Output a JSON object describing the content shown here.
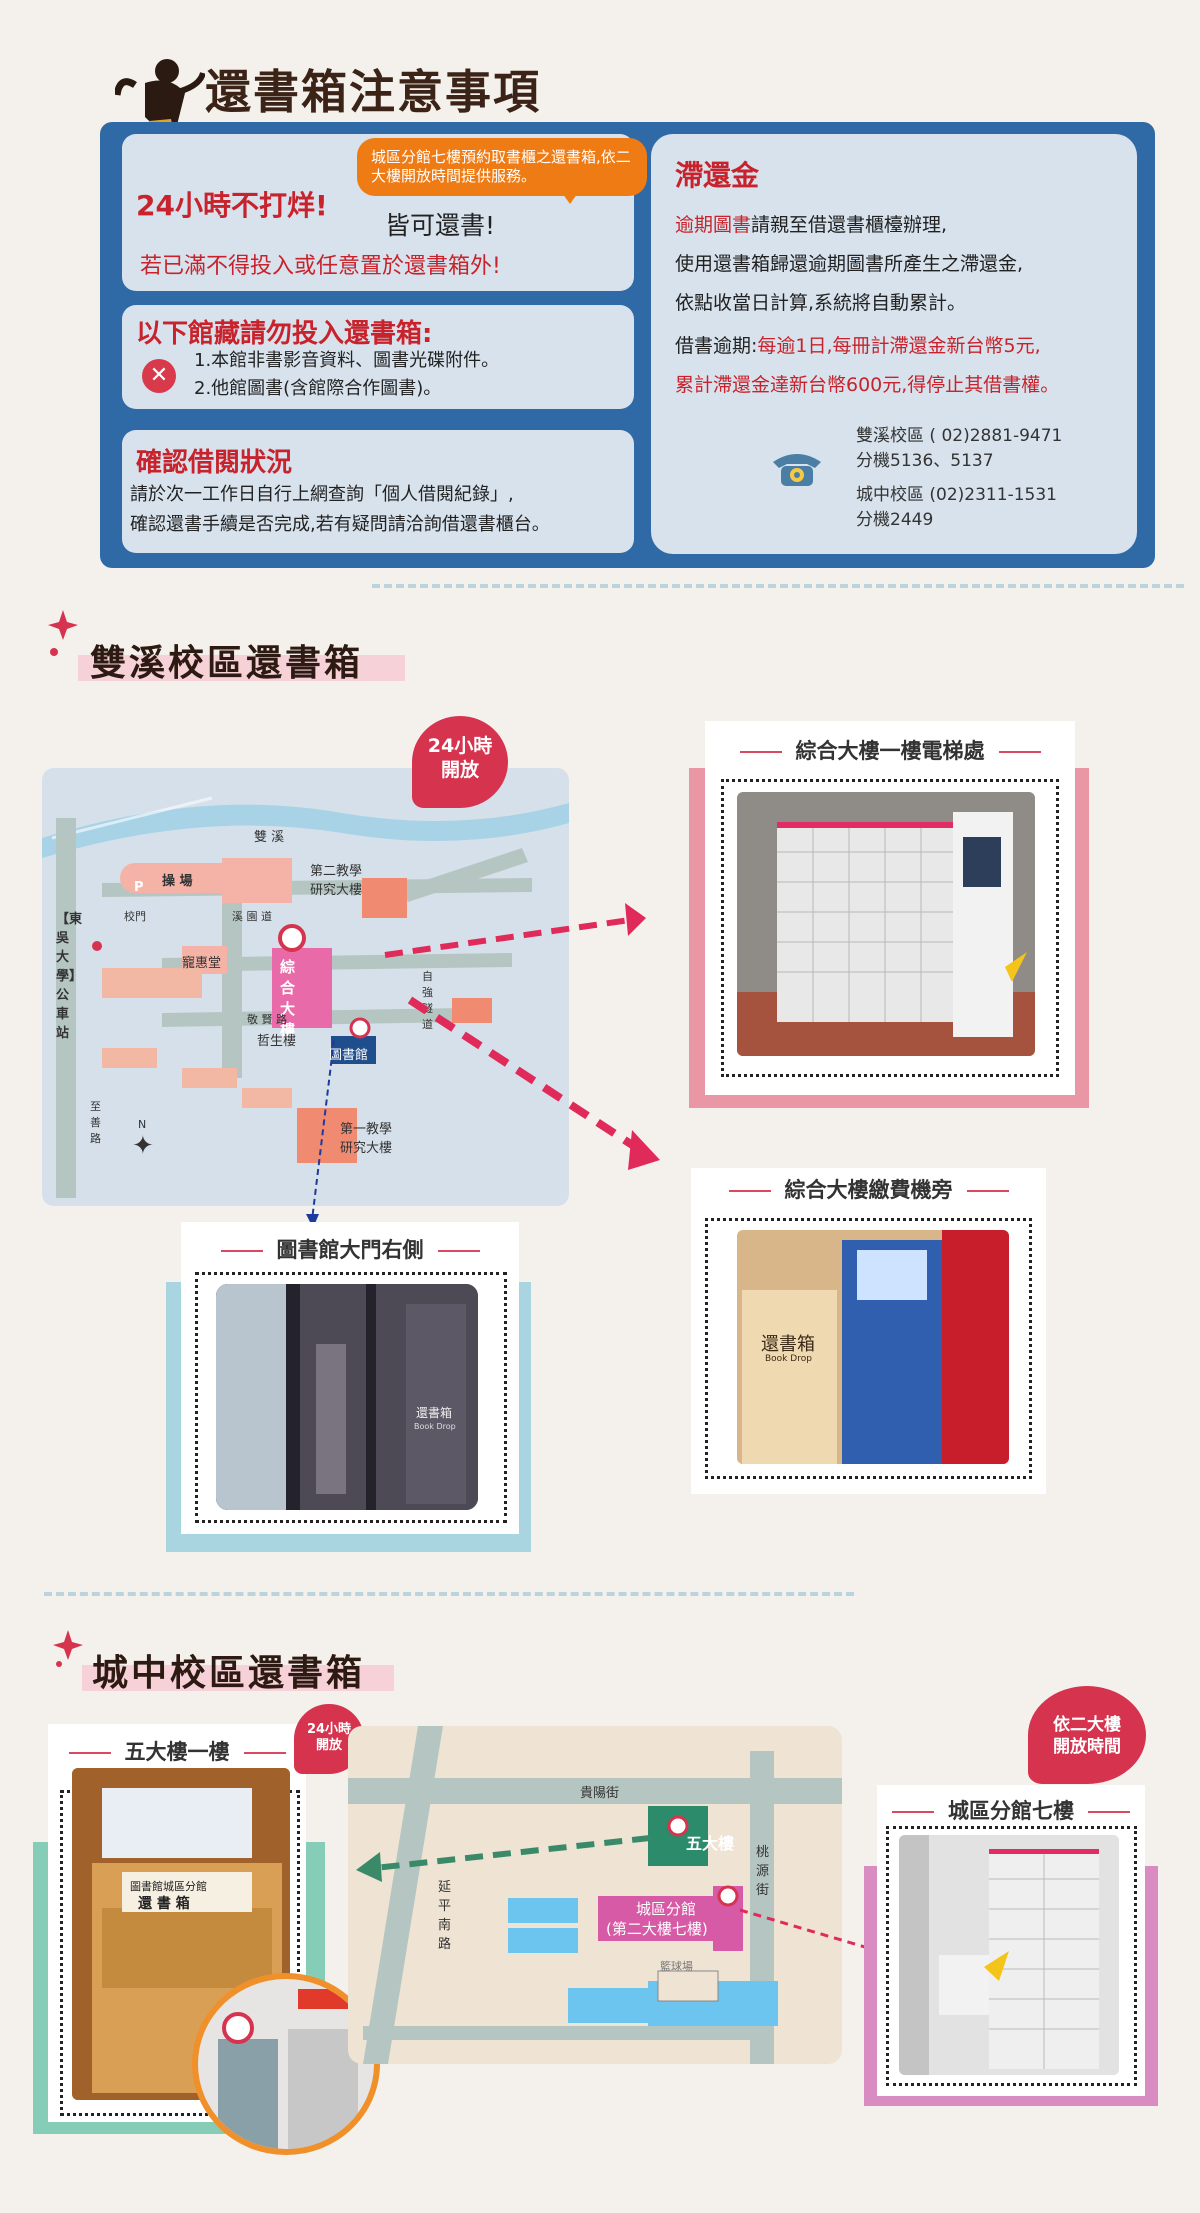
{
  "header": {
    "title": "還書箱注意事項"
  },
  "card1": {
    "heading": "24小時不打烊!",
    "bubble": "城區分館七樓預約取書櫃之還書箱,依二大樓開放時間提供服務。",
    "can_return": "皆可還書!",
    "warning": "若已滿不得投入或任意置於還書箱外!"
  },
  "card2": {
    "heading": "以下館藏請勿投入還書箱:",
    "item1": "1.本館非書影音資料、圖書光碟附件。",
    "item2": "2.他館圖書(含館際合作圖書)。"
  },
  "card3": {
    "heading": "確認借閱狀況",
    "line1": "請於次一工作日自行上網查詢「個人借閱紀錄」,",
    "line2": "確認還書手續是否完成,若有疑問請洽詢借還書櫃台。"
  },
  "fees": {
    "heading": "滯還金",
    "line1_red": "逾期圖書",
    "line1_rest": "請親至借還書櫃檯辦理,",
    "line2": "使用還書箱歸還逾期圖書所產生之滯還金,",
    "line3": "依點收當日計算,系統將自動累計。",
    "line4_label": "借書逾期:",
    "line4_red": "每逾1日,每冊計滯還金新台幣5元,",
    "line5": "累計滯還金達新台幣600元,得停止其借書權。",
    "contact1": "雙溪校區 ( 02)2881-9471",
    "contact2": "分機5136、5137",
    "contact3": "城中校區 (02)2311-1531",
    "contact4": "分機2449"
  },
  "section1": {
    "title": "雙溪校區還書箱",
    "badge": [
      "24小時",
      "開放"
    ],
    "map_labels": {
      "river": "雙 溪",
      "field": "操 場",
      "parking": "P",
      "gate": "校門",
      "road1": "溪 園 道",
      "building_edu2": "第二教學研究大樓",
      "building_main": "綜合大樓",
      "hall": "寵惠堂",
      "zhesheng": "哲生樓",
      "library": "圖書館",
      "edu1": "第一教學研究大樓",
      "road2": "自強隧道",
      "road3": "敬 賢 路",
      "road4": "至 善 路",
      "station": "【東吳大學】公車站",
      "north": "N"
    },
    "photo1": {
      "label": "綜合大樓一樓電梯處"
    },
    "photo2": {
      "label": "綜合大樓繳費機旁",
      "box_text": "還書箱",
      "box_en": "Book Drop"
    },
    "photo3": {
      "label": "圖書館大門右側",
      "sign": "還書箱",
      "sign_en": "Book Drop"
    }
  },
  "section2": {
    "title": "城中校區還書箱",
    "badge1": [
      "24小時",
      "開放"
    ],
    "badge2": [
      "依二大樓",
      "開放時間"
    ],
    "photo1": {
      "label": "五大樓一樓",
      "sign1": "圖書館城區分館",
      "sign2": "還 書 箱"
    },
    "photo2": {
      "label": "城區分館七樓"
    },
    "map_labels": {
      "road_top": "貴陽街",
      "road_left": "延平南路",
      "road_right": "桃源街",
      "b5": "五大樓",
      "branch1": "城區分館",
      "branch2": "(第二大樓七樓)",
      "court": "籃球場"
    }
  },
  "colors": {
    "blue": "#2f6aa6",
    "red": "#c8232c",
    "pink": "#d6334f",
    "orange": "#ef7b15"
  }
}
